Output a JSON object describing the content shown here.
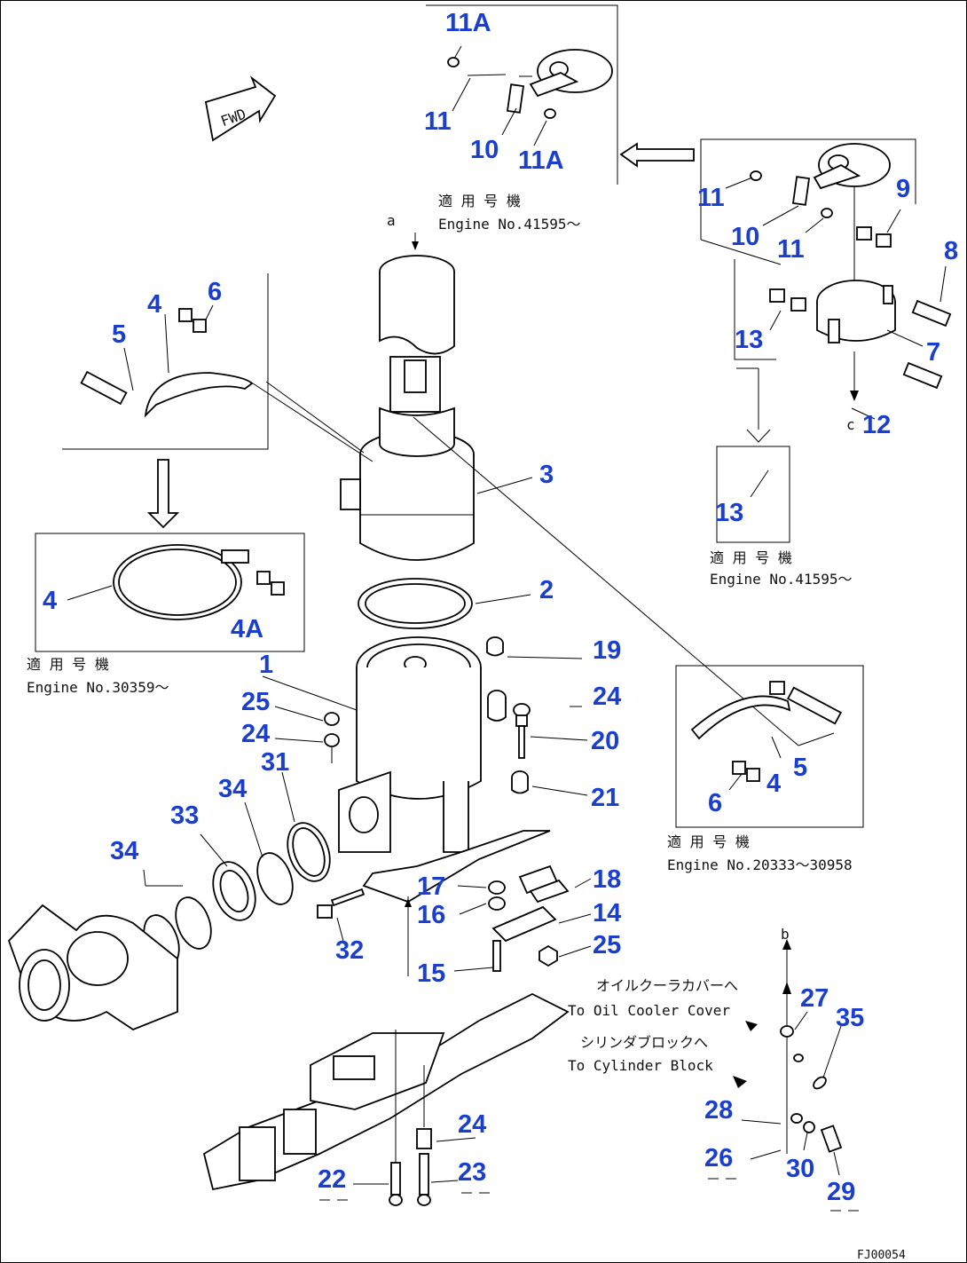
{
  "labels": {
    "l11a_top": "11A",
    "l11_top": "11",
    "l10_top": "10",
    "l11a_mid": "11A",
    "l11_right": "11",
    "l10_right": "10",
    "l11_right2": "11",
    "l9": "9",
    "l8": "8",
    "l7": "7",
    "l13_right": "13",
    "l12": "12",
    "l13_box": "13",
    "l6_top": "6",
    "l5_top": "5",
    "l4_top": "4",
    "l3": "3",
    "l2": "2",
    "l4_box": "4",
    "l4a": "4A",
    "l1": "1",
    "l19": "19",
    "l24_right": "24",
    "l20": "20",
    "l21": "21",
    "l25_left": "25",
    "l24_left": "24",
    "l31": "31",
    "l34_mid": "34",
    "l33": "33",
    "l34_left": "34",
    "l5_right": "5",
    "l4_right": "4",
    "l6_right": "6",
    "l17": "17",
    "l18": "18",
    "l16": "16",
    "l14": "14",
    "l32": "32",
    "l25_right": "25",
    "l15": "15",
    "l27": "27",
    "l35": "35",
    "l28": "28",
    "l26": "26",
    "l30": "30",
    "l29": "29",
    "l24_bottom": "24",
    "l23": "23",
    "l22": "22"
  },
  "notes": {
    "applicable_top_jp": "適 用 号 機",
    "applicable_top_en": "Engine No.41595～",
    "applicable_mid_jp": "適 用 号 機",
    "applicable_mid_en": "Engine No.41595～",
    "applicable_left_jp": "適 用 号 機",
    "applicable_left_en": "Engine No.30359～",
    "applicable_right_jp": "適 用 号 機",
    "applicable_right_en": "Engine No.20333～30958",
    "oil_cooler_jp": "オイルクーラカバーへ",
    "oil_cooler_en": "To Oil Cooler Cover",
    "cyl_block_jp": "シリンダブロックへ",
    "cyl_block_en": "To Cylinder Block",
    "fwd": "FWD",
    "ref_a": "a",
    "ref_b": "b",
    "ref_c": "c",
    "drawing_code": "FJ00054"
  }
}
